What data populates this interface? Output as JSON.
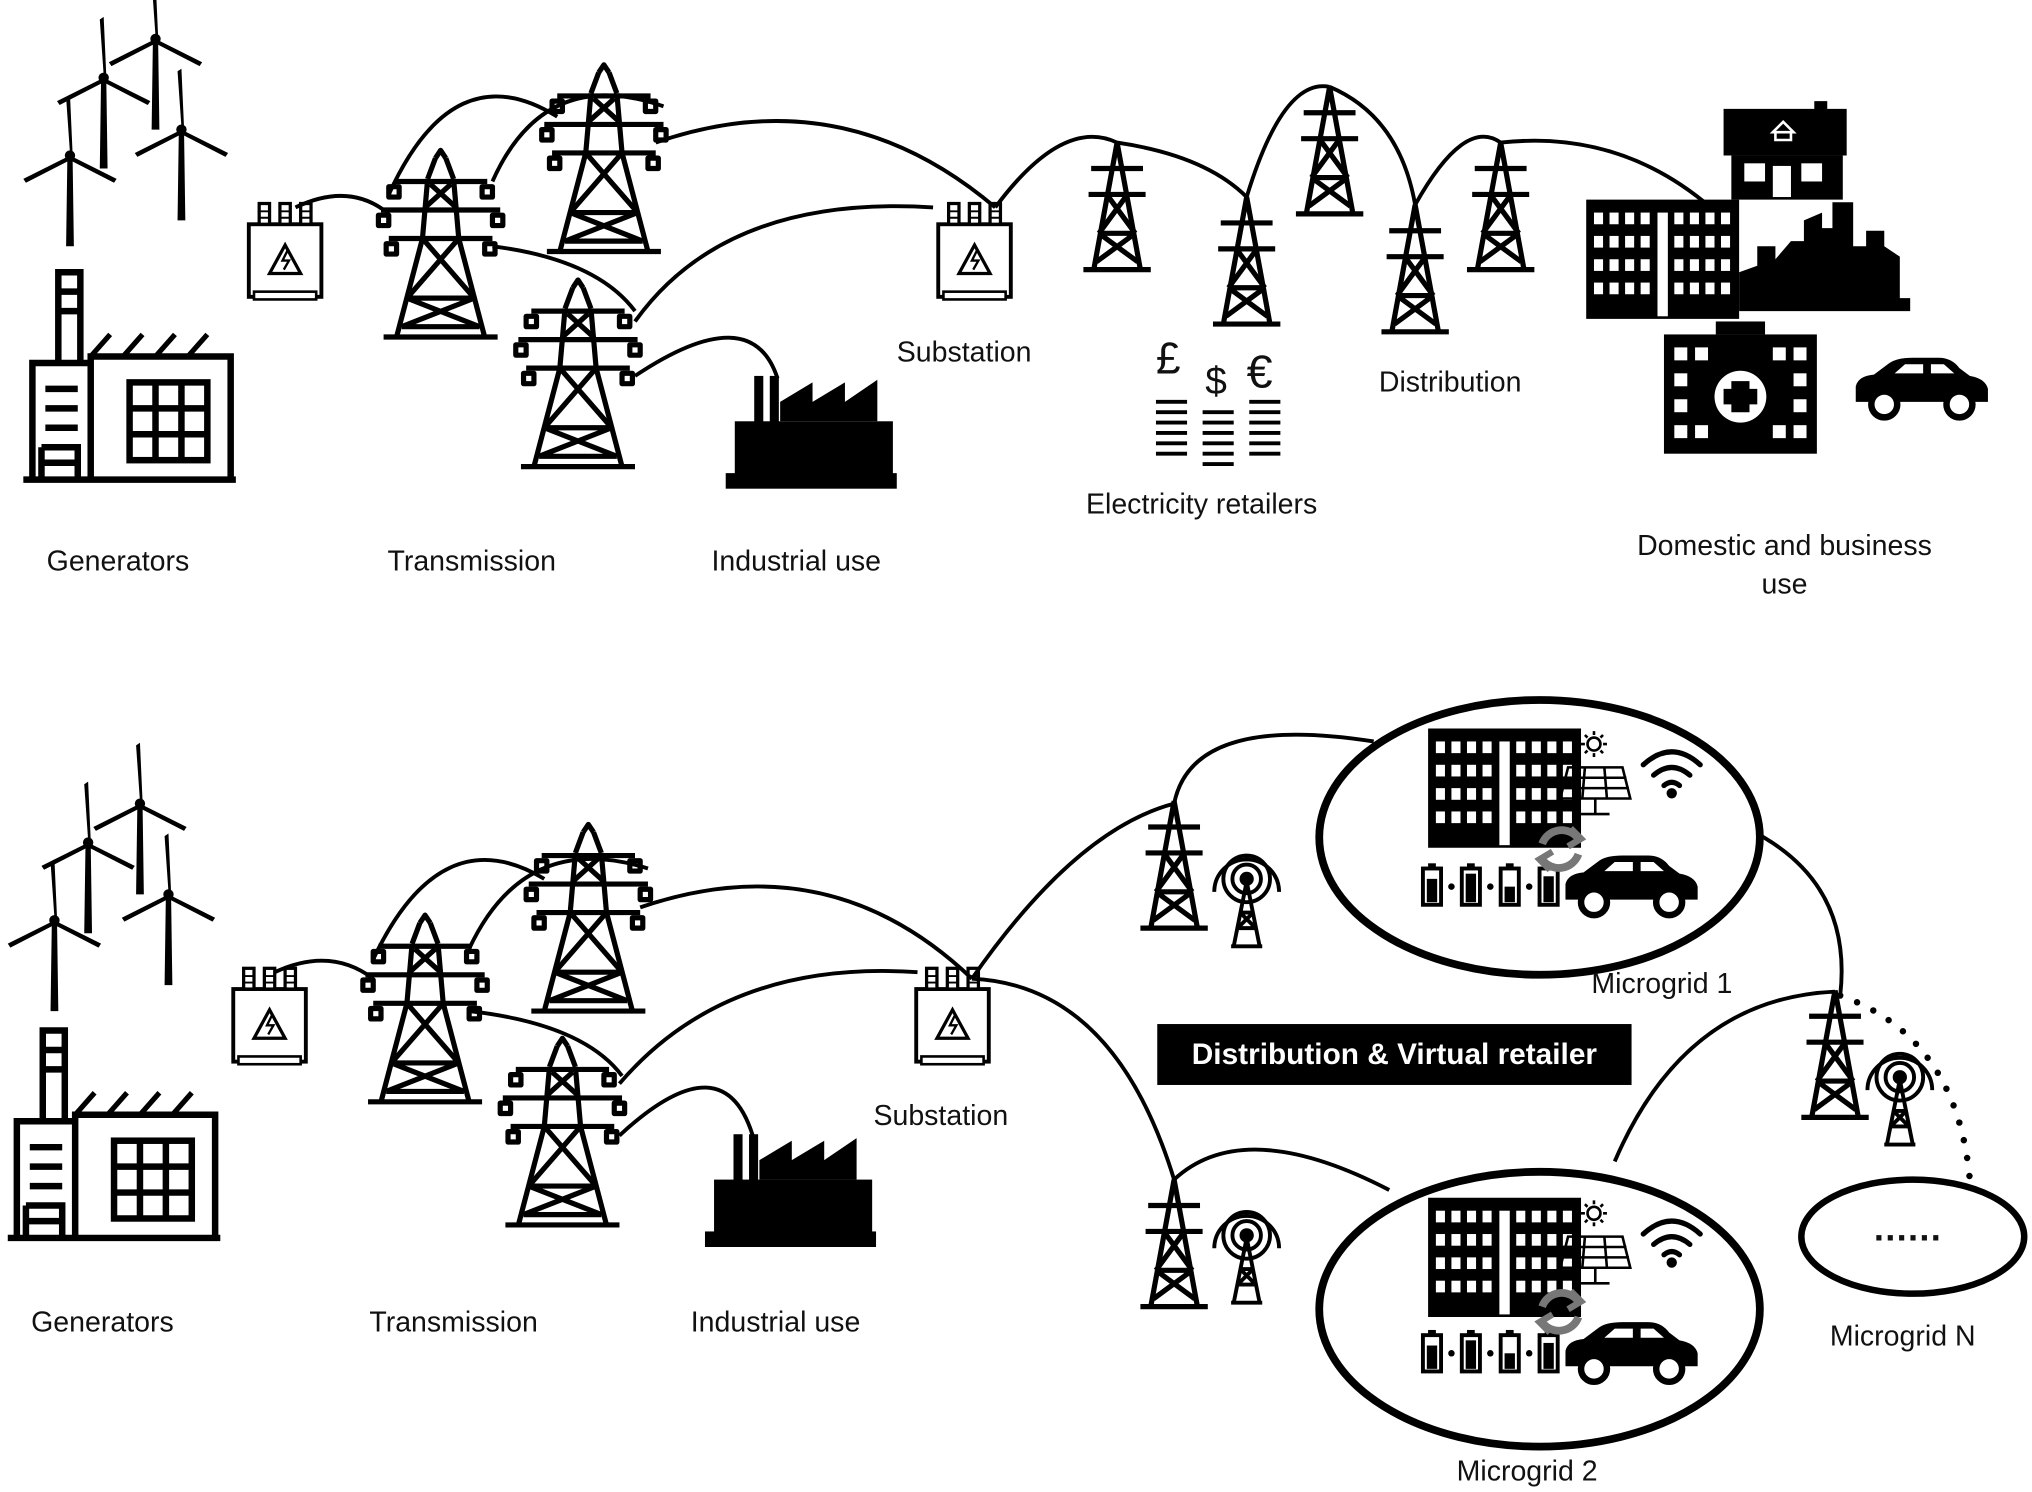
{
  "top": {
    "generators": "Generators",
    "transmission": "Transmission",
    "industrial": "Industrial use",
    "substation": "Substation",
    "retailers": "Electricity retailers",
    "distribution": "Distribution",
    "domestic": "Domestic and business use",
    "currency": [
      "£",
      "$",
      "€"
    ]
  },
  "bottom": {
    "generators": "Generators",
    "transmission": "Transmission",
    "industrial": "Industrial use",
    "substation": "Substation",
    "banner": "Distribution & Virtual retailer",
    "microgrid1": "Microgrid 1",
    "microgrid2": "Microgrid 2",
    "microgridN": "Microgrid N",
    "ellipsis": "......"
  }
}
